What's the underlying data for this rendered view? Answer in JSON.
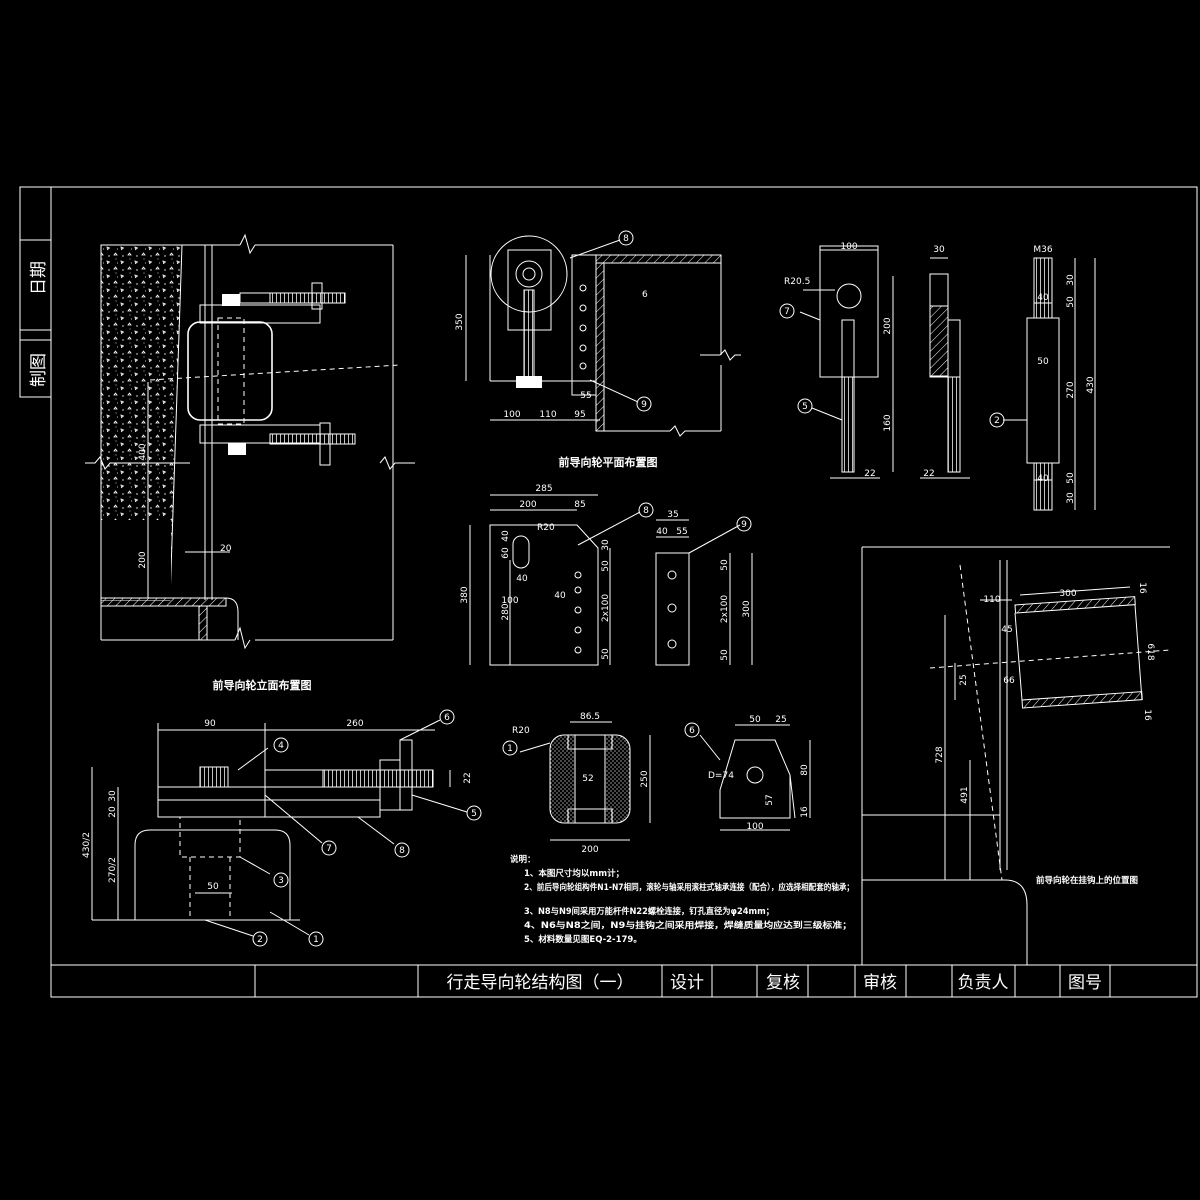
{
  "sheet": {
    "side_block": {
      "date": "日期",
      "drawn": "制图"
    },
    "title_block": {
      "title": "行走导向轮结构图（一）",
      "design": "设计",
      "check": "复核",
      "review": "审核",
      "responsible": "负责人",
      "drawing_no": "图号"
    }
  },
  "views": {
    "elevation": {
      "caption": "前导向轮立面布置图",
      "dims": [
        "400",
        "200",
        "20"
      ]
    },
    "plan": {
      "caption": "前导向轮平面布置图",
      "dims": [
        "350",
        "100",
        "110",
        "95",
        "55",
        "6"
      ],
      "callouts": [
        "8",
        "9"
      ]
    },
    "part8": {
      "dims": [
        "285",
        "200",
        "85",
        "R20",
        "60",
        "40",
        "40",
        "30",
        "50",
        "2x100",
        "50",
        "380",
        "280",
        "100",
        "40"
      ],
      "callout": "8"
    },
    "part9": {
      "dims": [
        "35",
        "40",
        "55",
        "50",
        "2x100",
        "50",
        "300"
      ],
      "callout": "9"
    },
    "part7": {
      "dims": [
        "100",
        "R20.5",
        "200",
        "160",
        "22",
        "30",
        "22"
      ],
      "callouts": [
        "7",
        "5"
      ]
    },
    "part2": {
      "dims": [
        "M36",
        "30",
        "40",
        "50",
        "50",
        "270",
        "430",
        "50",
        "40",
        "30"
      ],
      "callout": "2"
    },
    "section": {
      "dims": [
        "90",
        "260",
        "30",
        "20",
        "430/2",
        "270/2",
        "22",
        "50"
      ],
      "callouts": [
        "4",
        "6",
        "5",
        "7",
        "8",
        "3",
        "2",
        "1"
      ]
    },
    "part1": {
      "dims": [
        "R20",
        "86.5",
        "52",
        "250",
        "200"
      ],
      "callout": "1"
    },
    "part6": {
      "dims": [
        "50",
        "25",
        "D=74",
        "80",
        "57",
        "16",
        "100"
      ],
      "callout": "6"
    },
    "position": {
      "caption": "前导向轮在挂钩上的位置图",
      "dims": [
        "300",
        "110",
        "16",
        "45",
        "25",
        "66",
        "618",
        "16",
        "728",
        "491"
      ]
    }
  },
  "notes": {
    "heading": "说明：",
    "items": [
      "1、本图尺寸均以mm计；",
      "2、前后导向轮组构件N1-N7相同，滚轮与轴采用滚柱式轴承连接（配合），应选择相配套的轴承；",
      "3、N8与N9间采用万能杆件N22螺栓连接，钉孔直径为φ24mm；",
      "4、N6与N8之间，N9与挂钩之间采用焊接，焊缝质量均应达到三级标准；",
      "5、材料数量见图EQ-2-179。"
    ]
  }
}
